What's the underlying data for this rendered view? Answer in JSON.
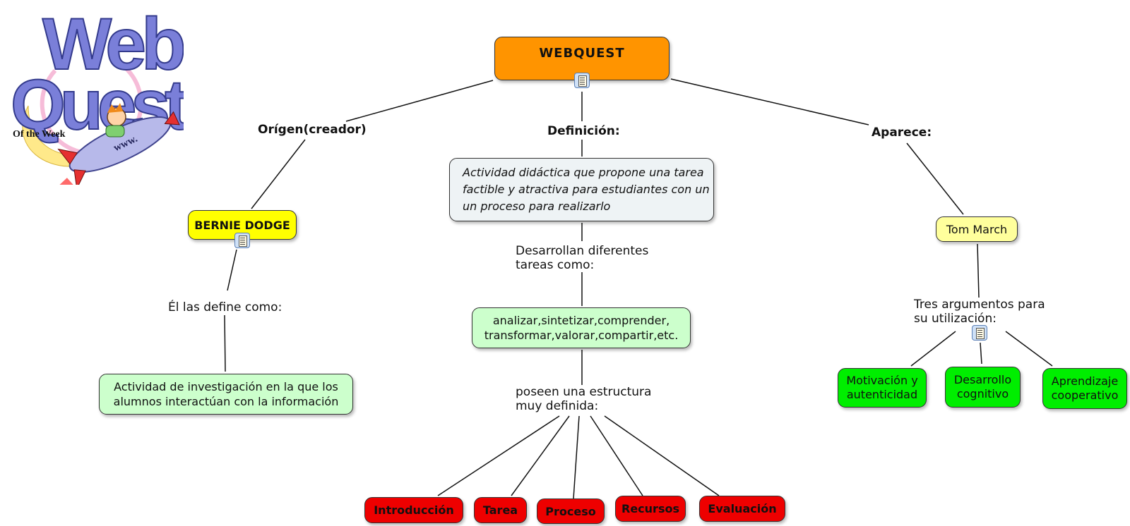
{
  "logo": {
    "word1": "Web",
    "word2": "Quest",
    "tagline": "Of the Week",
    "rocket_text": "www."
  },
  "root": {
    "label": "WEBQUEST"
  },
  "branch_labels": {
    "origin": "Orígen(creador)",
    "definition": "Definición:",
    "appears": "Aparece:"
  },
  "origin": {
    "creator": "BERNIE DODGE",
    "link_text": "Él las define como:",
    "definition": "Actividad de investigación en la que los\nalumnos interactúan con la información"
  },
  "definition": {
    "text": "Actividad didáctica que propone una tarea\nfactible y atractiva para estudiantes con un\nun proceso para realizarlo",
    "link_tasks": "Desarrollan diferentes\ntareas como:",
    "tasks": "analizar,sintetizar,comprender,\ntransformar,valorar,compartir,etc.",
    "link_structure": "poseen una estructura\nmuy definida:",
    "structure": [
      "Introducción",
      "Tarea",
      "Proceso",
      "Recursos",
      "Evaluación"
    ]
  },
  "appears": {
    "author": "Tom March",
    "link_text": "Tres argumentos para\nsu utilización:",
    "arguments": [
      "Motivación y\nautenticidad",
      "Desarrollo\ncognitivo",
      "Aprendizaje\ncooperativo"
    ]
  },
  "colors": {
    "root": "#ff9400",
    "creator": "#ffff00",
    "author": "#ffff9c",
    "definition_box": "#eef3f5",
    "light_green": "#ccffcc",
    "green": "#00ee00",
    "red": "#ee0000"
  }
}
